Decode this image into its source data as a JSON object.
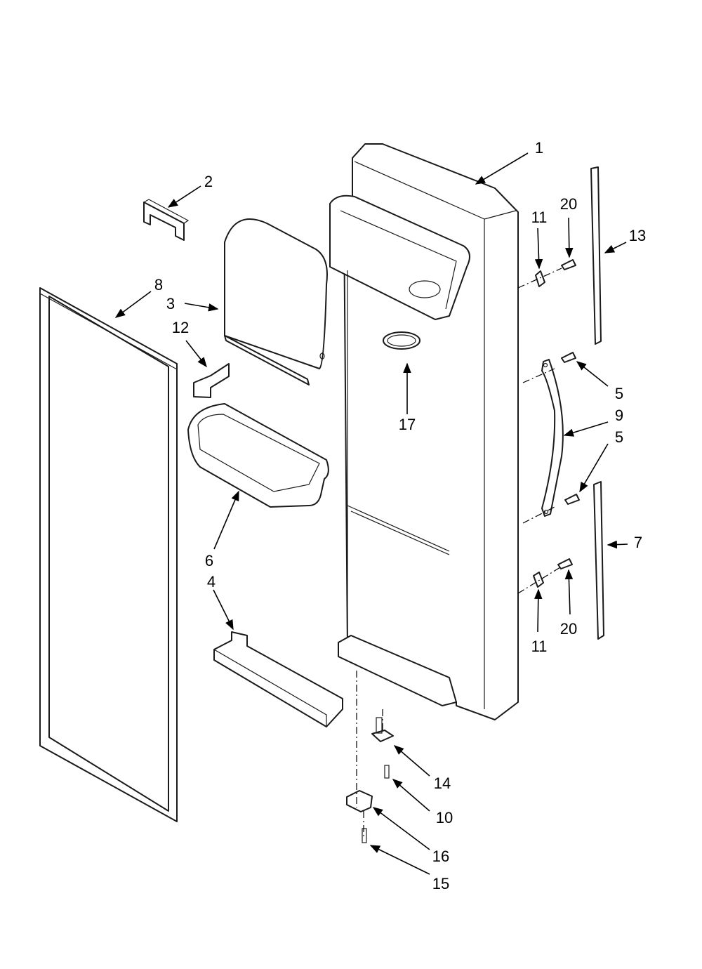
{
  "diagram": {
    "callouts": [
      "1",
      "2",
      "3",
      "4",
      "5",
      "5",
      "6",
      "7",
      "8",
      "9",
      "10",
      "11",
      "11",
      "12",
      "13",
      "14",
      "15",
      "16",
      "17",
      "20",
      "20"
    ]
  }
}
